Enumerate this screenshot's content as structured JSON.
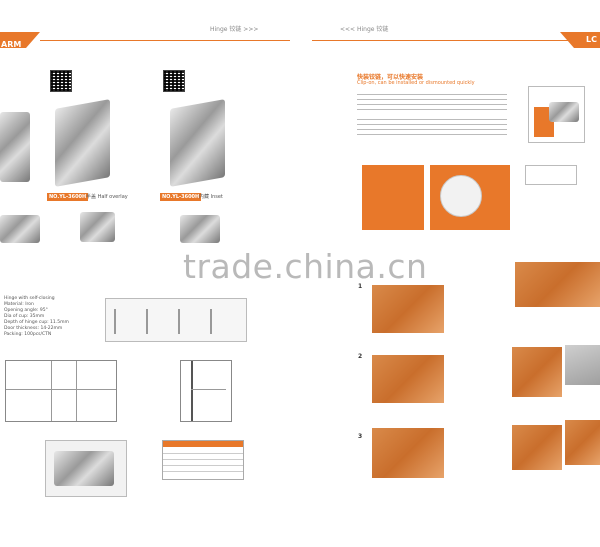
{
  "page": {
    "left_header": "Hinge 铰链 >>>",
    "right_header": "<<< Hinge 铰链",
    "left_banner": "ARM",
    "right_logo": "LC"
  },
  "products": [
    {
      "code": "NO.YL-3600H",
      "desc": "半盖 Half overlay"
    },
    {
      "code": "NO.YL-3600H",
      "desc": "内藏 Inset"
    }
  ],
  "left_specs": [
    "Hinge with self-closing",
    "Material: Iron",
    "Opening angle: 95°",
    "Dia of cup: 35mm",
    "Depth of hinge cup: 11.5mm",
    "Door thickness: 14-22mm",
    "Packing: 100pcs/CTN"
  ],
  "right_section": {
    "title_cn": "快装铰链，可以快速安装",
    "title_en": "Clip-on, can be installed or dismounted quickly",
    "steps": [
      "1",
      "2",
      "3"
    ]
  },
  "watermark": "trade.china.cn"
}
